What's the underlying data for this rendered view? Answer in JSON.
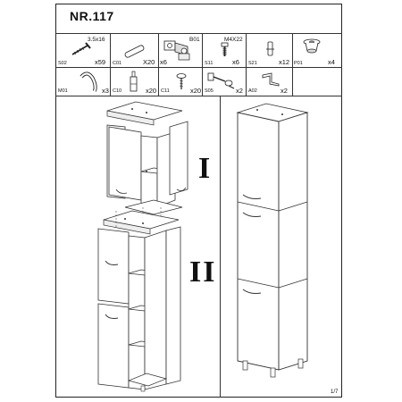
{
  "document": {
    "title": "NR.117",
    "page": "1/7"
  },
  "parts_row1": [
    {
      "code": "S02",
      "spec": "3.5x16",
      "qty": "x59",
      "icon": "screw-icon"
    },
    {
      "code": "C01",
      "spec": "",
      "qty": "X20",
      "icon": "dowel-icon"
    },
    {
      "code": "",
      "spec": "B01",
      "qty": "x6",
      "icon": "hinge-icon"
    },
    {
      "code": "S11",
      "spec": "M4X22",
      "qty": "x6",
      "icon": "bolt-icon"
    },
    {
      "code": "S21",
      "spec": "",
      "qty": "x12",
      "icon": "shelf-pin-icon"
    },
    {
      "code": "P01",
      "spec": "",
      "qty": "x4",
      "icon": "leg-icon"
    }
  ],
  "parts_row2": [
    {
      "code": "M01",
      "qty": "x3",
      "icon": "handle-icon"
    },
    {
      "code": "C10",
      "qty": "x20",
      "icon": "glue-bottle-icon"
    },
    {
      "code": "C11",
      "qty": "x20",
      "icon": "cam-lock-icon"
    },
    {
      "code": "S05",
      "qty": "x2",
      "icon": "wall-screw-icon"
    },
    {
      "code": "A02",
      "qty": "x2",
      "icon": "bracket-icon"
    },
    {
      "code": "",
      "qty": "",
      "icon": "blank-cell"
    }
  ],
  "steps": {
    "step1": "I",
    "step2": "II"
  }
}
